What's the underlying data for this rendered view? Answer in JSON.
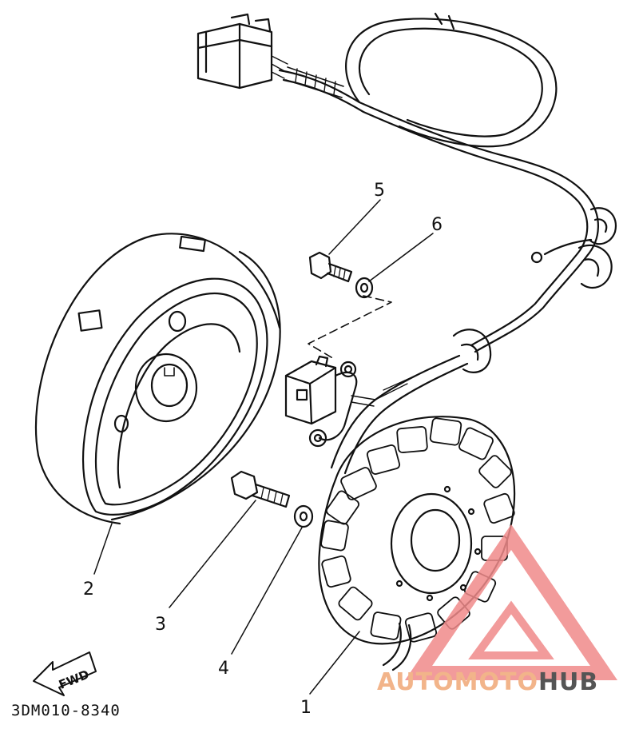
{
  "callouts": {
    "c1": "1",
    "c2": "2",
    "c3": "3",
    "c4": "4",
    "c5": "5",
    "c6": "6"
  },
  "direction_label": "FWD",
  "diagram_code": "3DM010-8340",
  "watermark": {
    "part1": "AUTOMOTO",
    "part2": "HUB",
    "color_primary": "#f2b48a",
    "color_secondary": "#555555",
    "triangle_color": "#f08a8a"
  },
  "colors": {
    "line": "#111111",
    "background": "#ffffff"
  }
}
